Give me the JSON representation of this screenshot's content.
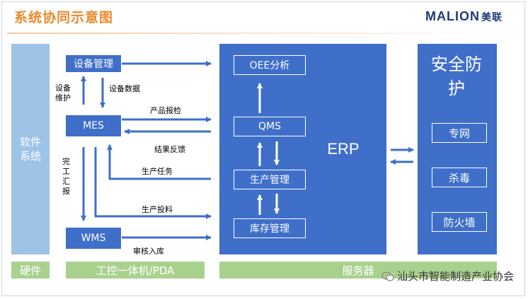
{
  "header": {
    "title": "系统协同示意图",
    "logo_en": "MALION",
    "logo_cn": "美联"
  },
  "layers": {
    "software": "软件系统",
    "hardware": "硬件",
    "ipc": "工控一体机/PDA",
    "server": "服务器"
  },
  "devices": {
    "equipment_mgmt": "设备管理",
    "mes": "MES",
    "wms": "WMS"
  },
  "erp": {
    "label": "ERP",
    "modules": [
      "OEE分析",
      "QMS",
      "生产管理",
      "库存管理"
    ]
  },
  "security": {
    "title": "安全防护",
    "items": [
      "专网",
      "杀毒",
      "防火墙"
    ]
  },
  "flows": {
    "equipment_maintenance": "设备维护",
    "equipment_data": "设备数据",
    "product_inspection": "产品报检",
    "result_feedback": "结果反馈",
    "production_task": "生产任务",
    "completion_report": "完工汇报",
    "material_issue": "生产投料",
    "review_storage": "审核入库"
  },
  "watermark": "汕头市智能制造产业协会",
  "colors": {
    "primary_blue": "#3f6fc9",
    "light_blue": "#9dc3e6",
    "green": "#a9d18e",
    "title_orange": "#ea8a2b"
  }
}
